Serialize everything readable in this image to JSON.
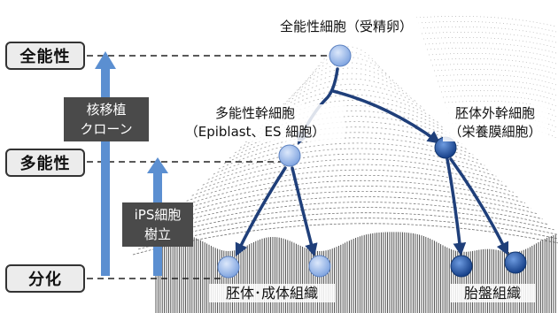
{
  "levels": {
    "totipotent": "全能性",
    "pluripotent": "多能性",
    "differentiated": "分化"
  },
  "annotations": {
    "nuclear_transfer": [
      "核移植",
      "クローン"
    ],
    "ips": [
      "iPS細胞",
      "樹立"
    ]
  },
  "nodes": {
    "zygote": "全能性細胞（受精卵）",
    "pluripotent_stem": [
      "多能性幹細胞",
      "（Epiblast、ES 細胞）"
    ],
    "extraembryonic_stem": [
      "胚体外幹細胞",
      "（栄養膜細胞）"
    ]
  },
  "tissues": {
    "embryonic": "胚体･成体組織",
    "placental": "胎盤組織"
  },
  "colors": {
    "node_light": "#8fb0e8",
    "node_dark": "#1f4f9c",
    "arrow": "#1f3f7a",
    "up_arrow": "#5b8fd1",
    "box": "#4a4a4a"
  }
}
